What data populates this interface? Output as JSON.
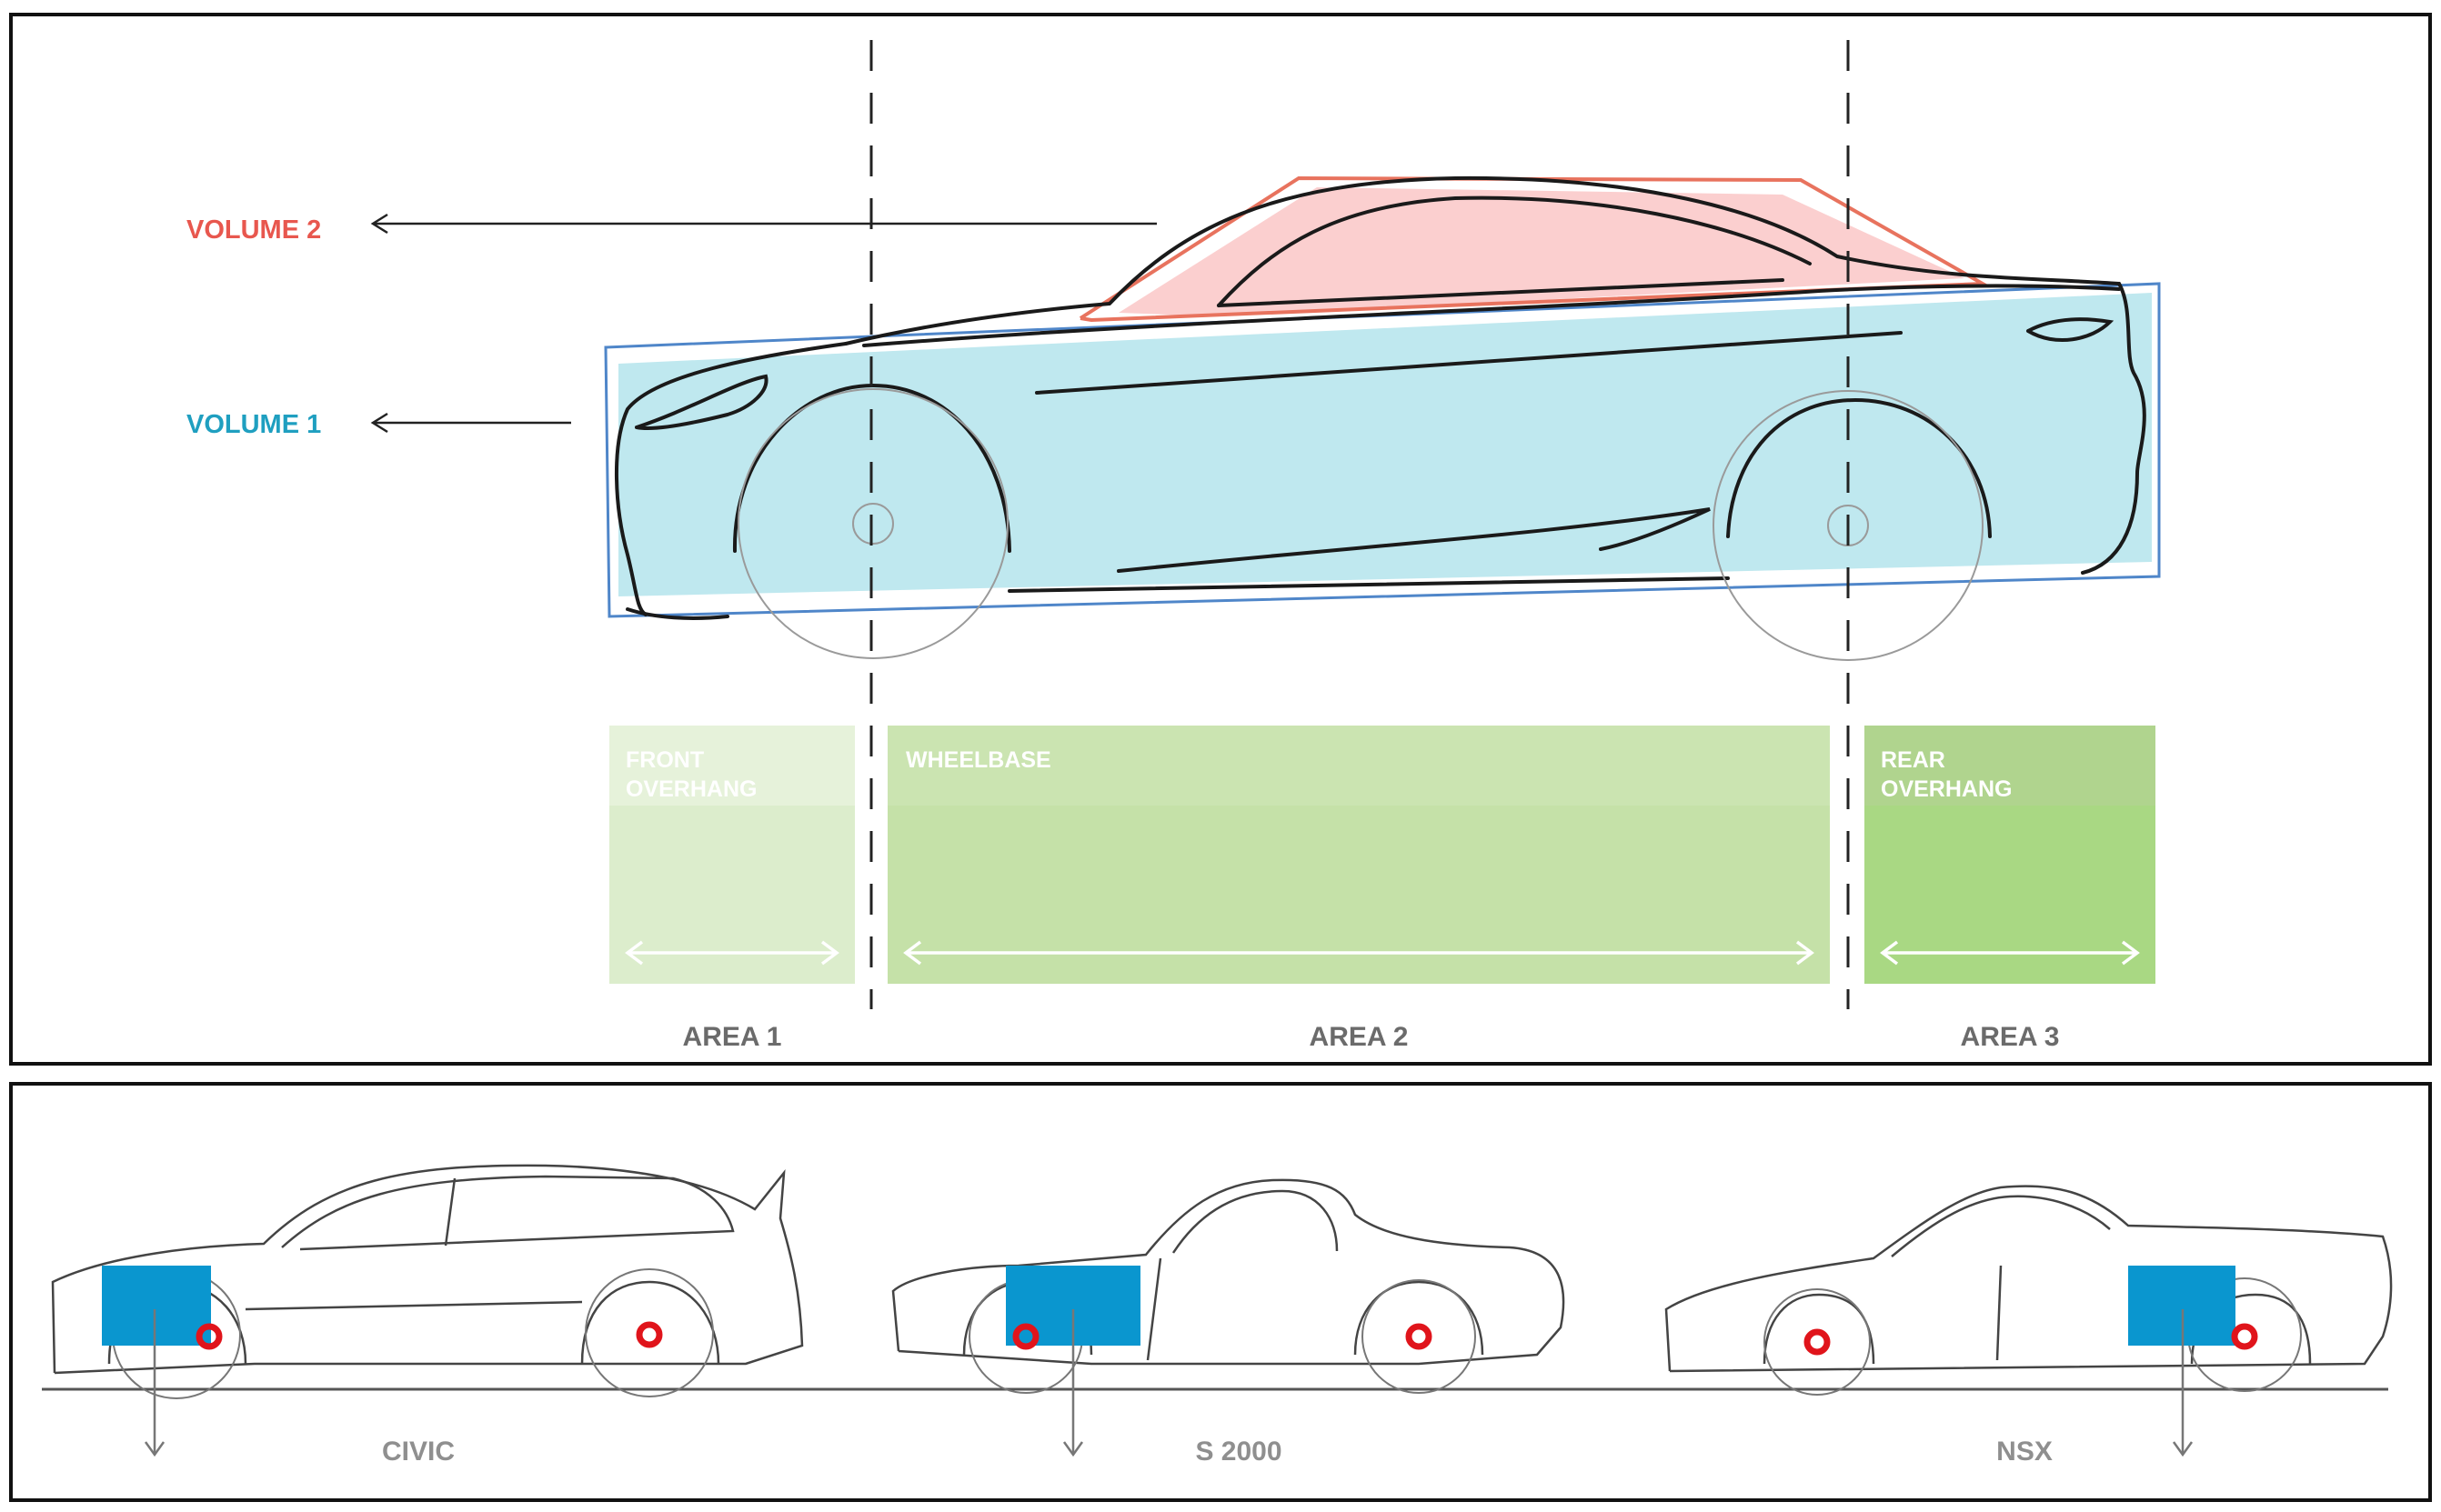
{
  "volumes": {
    "volume_2": {
      "label": "VOLUME 2",
      "color": "#e8574e"
    },
    "volume_1": {
      "label": "VOLUME 1",
      "color": "#1f9fc0"
    }
  },
  "sections": [
    {
      "label_line1": "FRONT",
      "label_line2": "OVERHANG",
      "color": "#dcedcc"
    },
    {
      "label_line1": "WHEELBASE",
      "label_line2": "",
      "color": "#c5e1a8"
    },
    {
      "label_line1": "REAR",
      "label_line2": "OVERHANG",
      "color": "#a9d883"
    }
  ],
  "areas": [
    "AREA 1",
    "AREA 2",
    "AREA 3"
  ],
  "examples": [
    {
      "name": "CIVIC"
    },
    {
      "name": "S 2000"
    },
    {
      "name": "NSX"
    }
  ],
  "colors": {
    "overhang_box": "#0a96cf",
    "wheel_center": "#e0141b",
    "area_label": "#6b6b6b",
    "volume_1_fill": "#bfe8ef",
    "volume_2_fill": "#fbcfcf"
  }
}
